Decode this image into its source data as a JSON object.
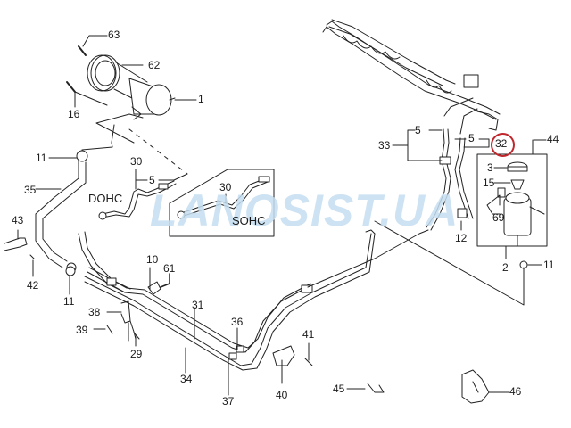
{
  "diagram": {
    "type": "exploded parts diagram",
    "subject": "power steering system",
    "watermark": "LANOSIST.UA",
    "highlight": {
      "label": "32",
      "color": "#c0272d",
      "shape": "circle"
    },
    "variants": {
      "dohc": "DOHC",
      "sohc": "SOHC"
    },
    "parts": [
      {
        "id": "p63",
        "label": "63",
        "name": "bolt"
      },
      {
        "id": "p62",
        "label": "62",
        "name": "pulley"
      },
      {
        "id": "p1",
        "label": "1",
        "name": "power steering pump"
      },
      {
        "id": "p16",
        "label": "16",
        "name": "bolt"
      },
      {
        "id": "p11a",
        "label": "11",
        "name": "clamp"
      },
      {
        "id": "p35",
        "label": "35",
        "name": "hose"
      },
      {
        "id": "p30a",
        "label": "30",
        "name": "pressure pipe (DOHC)"
      },
      {
        "id": "p5a",
        "label": "5",
        "name": "o-ring"
      },
      {
        "id": "p30b",
        "label": "30",
        "name": "pressure pipe (SOHC)"
      },
      {
        "id": "p43",
        "label": "43",
        "name": "bracket"
      },
      {
        "id": "p42",
        "label": "42",
        "name": "screw"
      },
      {
        "id": "p11b",
        "label": "11",
        "name": "clamp"
      },
      {
        "id": "p10",
        "label": "10",
        "name": "clip"
      },
      {
        "id": "p61",
        "label": "61",
        "name": "bolt"
      },
      {
        "id": "p38",
        "label": "38",
        "name": "bracket"
      },
      {
        "id": "p39",
        "label": "39",
        "name": "clip"
      },
      {
        "id": "p29",
        "label": "29",
        "name": "bolt"
      },
      {
        "id": "p31",
        "label": "31",
        "name": "pipe"
      },
      {
        "id": "p34",
        "label": "34",
        "name": "pipe"
      },
      {
        "id": "p36",
        "label": "36",
        "name": "hose"
      },
      {
        "id": "p37",
        "label": "37",
        "name": "hose"
      },
      {
        "id": "p40",
        "label": "40",
        "name": "bracket"
      },
      {
        "id": "p41",
        "label": "41",
        "name": "bolt"
      },
      {
        "id": "p45",
        "label": "45",
        "name": "clip"
      },
      {
        "id": "p46",
        "label": "46",
        "name": "clip set"
      },
      {
        "id": "p33",
        "label": "33",
        "name": "pipe assembly"
      },
      {
        "id": "p5b",
        "label": "5",
        "name": "o-ring"
      },
      {
        "id": "p5c",
        "label": "5",
        "name": "o-ring"
      },
      {
        "id": "p32",
        "label": "32",
        "name": "steering gear"
      },
      {
        "id": "p44",
        "label": "44",
        "name": "bolt"
      },
      {
        "id": "p3",
        "label": "3",
        "name": "reservoir cap"
      },
      {
        "id": "p15",
        "label": "15",
        "name": "filter"
      },
      {
        "id": "p69",
        "label": "69",
        "name": "fitting"
      },
      {
        "id": "p12",
        "label": "12",
        "name": "clamp"
      },
      {
        "id": "p2",
        "label": "2",
        "name": "reservoir assembly"
      },
      {
        "id": "p11c",
        "label": "11",
        "name": "clamp"
      }
    ]
  }
}
